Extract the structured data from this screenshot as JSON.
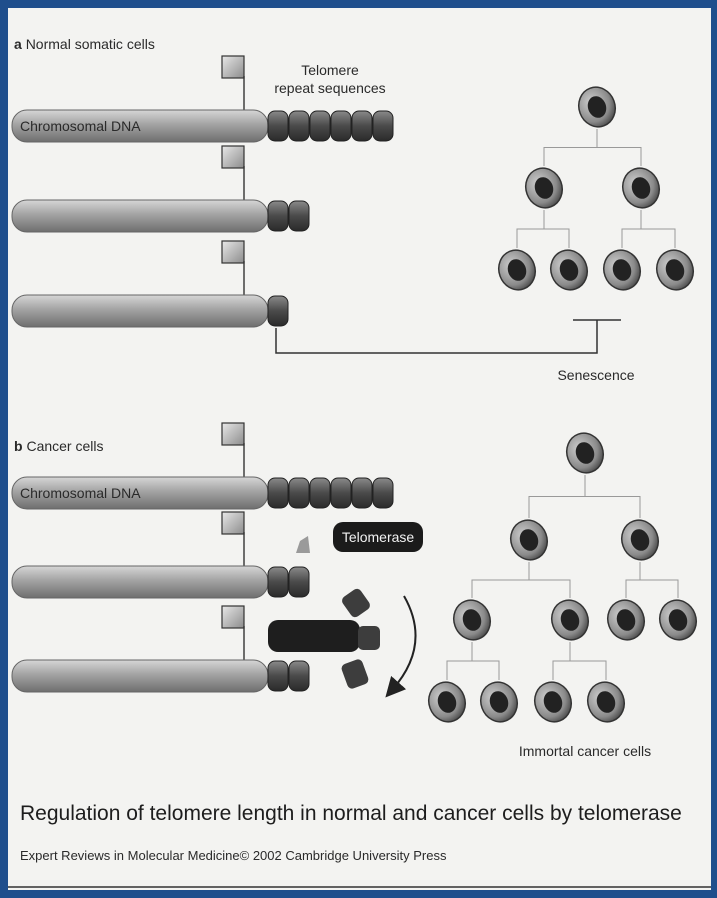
{
  "panel_a": {
    "letter": "a",
    "title": "Normal somatic cells",
    "dna_label": "Chromosomal DNA",
    "telomere_label_line1": "Telomere",
    "telomere_label_line2": "repeat sequences",
    "rows": [
      {
        "telomere_repeats": 6
      },
      {
        "telomere_repeats": 2
      },
      {
        "telomere_repeats": 1
      }
    ],
    "tree_levels": [
      1,
      2,
      4
    ],
    "outcome_label": "Senescence"
  },
  "panel_b": {
    "letter": "b",
    "title": "Cancer cells",
    "dna_label": "Chromosomal DNA",
    "enzyme_label": "Telomerase",
    "rows": [
      {
        "telomere_repeats": 6
      },
      {
        "telomere_repeats": 2
      },
      {
        "telomere_repeats": 2
      }
    ],
    "tree_levels": [
      1,
      2,
      4,
      4
    ],
    "outcome_label": "Immortal cancer cells"
  },
  "caption": "Regulation of telomere length in normal and cancer cells by telomerase",
  "credit": "Expert Reviews in Molecular Medicine© 2002 Cambridge University Press",
  "colors": {
    "background": "#1f4e8c",
    "page": "#f3f3f1",
    "dna": "#9a9a9a",
    "telomere": "#4a4a4a",
    "enzyme": "#1b1b1b",
    "cell_body": "#8a8a8a",
    "cell_nucleus": "#222222"
  }
}
